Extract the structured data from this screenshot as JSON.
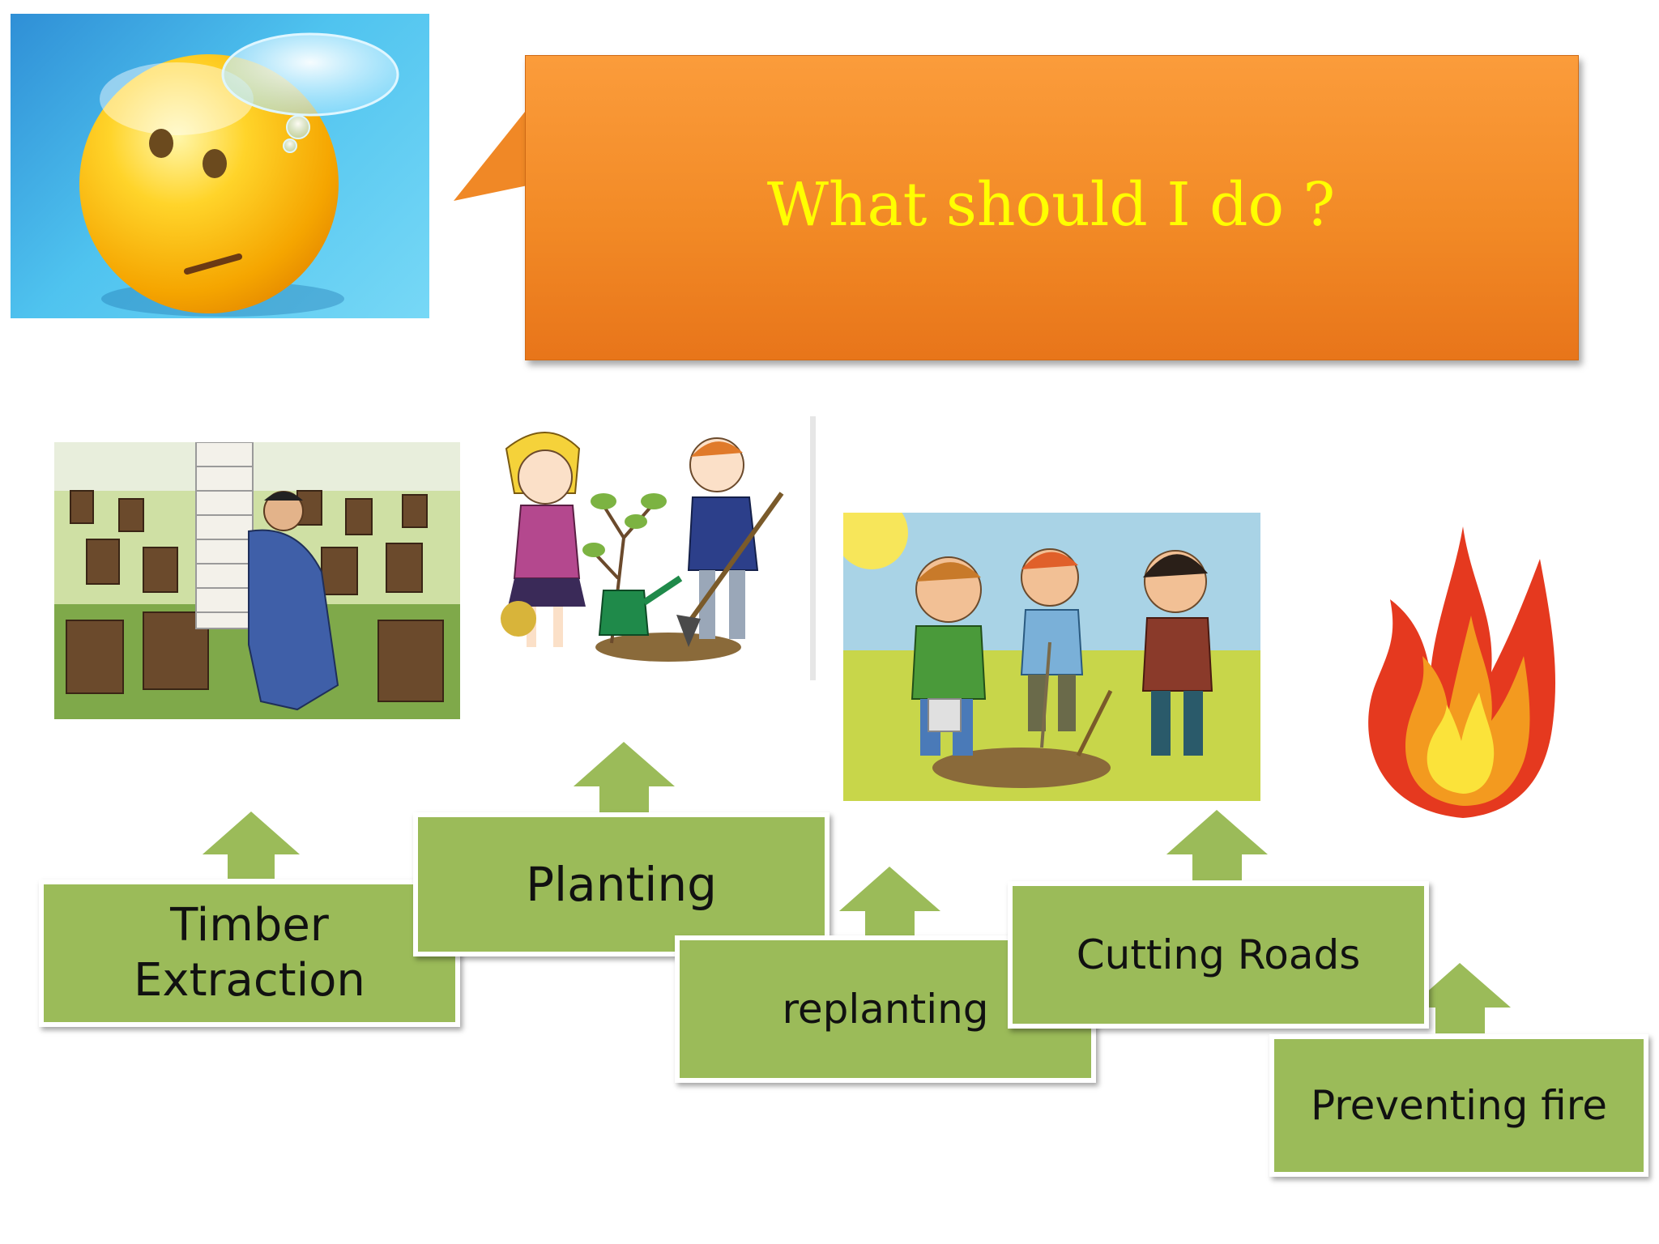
{
  "callout": {
    "question": "What should I do ?"
  },
  "steps": [
    {
      "label": "Timber\nExtraction"
    },
    {
      "label": "Planting"
    },
    {
      "label": "replanting"
    },
    {
      "label": "Cutting Roads"
    },
    {
      "label": "Preventing fire"
    }
  ],
  "colors": {
    "step_fill": "#9bbb59",
    "callout_fill": "#f28a26",
    "callout_text": "#ffff00",
    "emoji_bg": "#4fc3ef"
  },
  "images": {
    "emoji": "thinking-emoji-icon",
    "deforestation": "deforestation-cartoon",
    "kids_planting": "kids-planting-tree-cartoon",
    "kids_replanting": "kids-replanting-tree-cartoon",
    "fire": "fire-icon"
  }
}
